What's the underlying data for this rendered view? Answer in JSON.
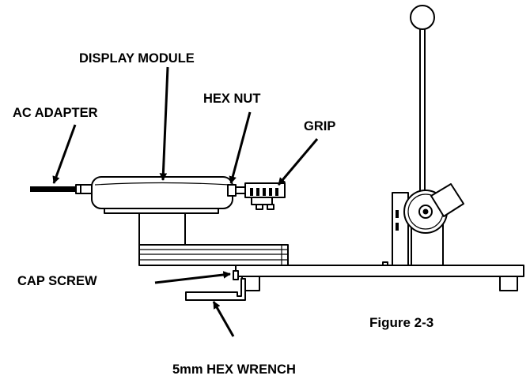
{
  "labels": {
    "display_module": "DISPLAY MODULE",
    "ac_adapter": "AC ADAPTER",
    "hex_nut": "HEX NUT",
    "grip": "GRIP",
    "cap_screw": "CAP SCREW",
    "hex_wrench": "5mm HEX WRENCH"
  },
  "caption": "Figure 2-3",
  "colors": {
    "ink": "#000000",
    "paper": "#ffffff",
    "shade": "#dcdcdc"
  }
}
